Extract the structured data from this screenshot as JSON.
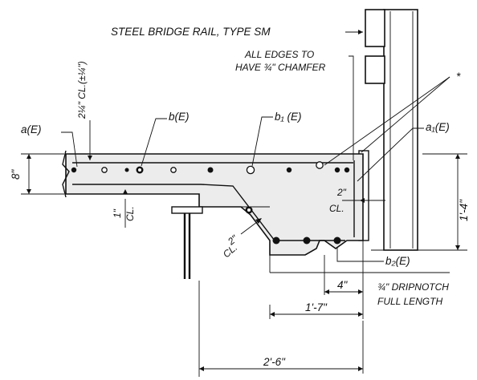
{
  "rail_title": "STEEL BRIDGE RAIL, TYPE SM",
  "chamfer_note": [
    "ALL EDGES TO",
    "HAVE ¾\" CHAMFER"
  ],
  "asterisk": "*",
  "cover_top": "2¼\" CL.(±¼\")",
  "dim_slab_depth": "8\"",
  "bar_labels": {
    "a": "a(E)",
    "b": "b(E)",
    "b1": "b₁ (E)",
    "a1": "a₁(E)",
    "b2": "b₂(E)"
  },
  "cover_bottom": [
    "1\"",
    "CL."
  ],
  "cover_side": [
    "2\"",
    "CL."
  ],
  "cover_slope": [
    "2\"",
    "CL."
  ],
  "dim_overhang_depth": "1'-4\"",
  "dim_notch": "4\"",
  "dripnotch_note": [
    "¾\" DRIPNOTCH",
    "FULL LENGTH"
  ],
  "dim_width_1": "1'-7\"",
  "dim_width_2": "2'-6\""
}
